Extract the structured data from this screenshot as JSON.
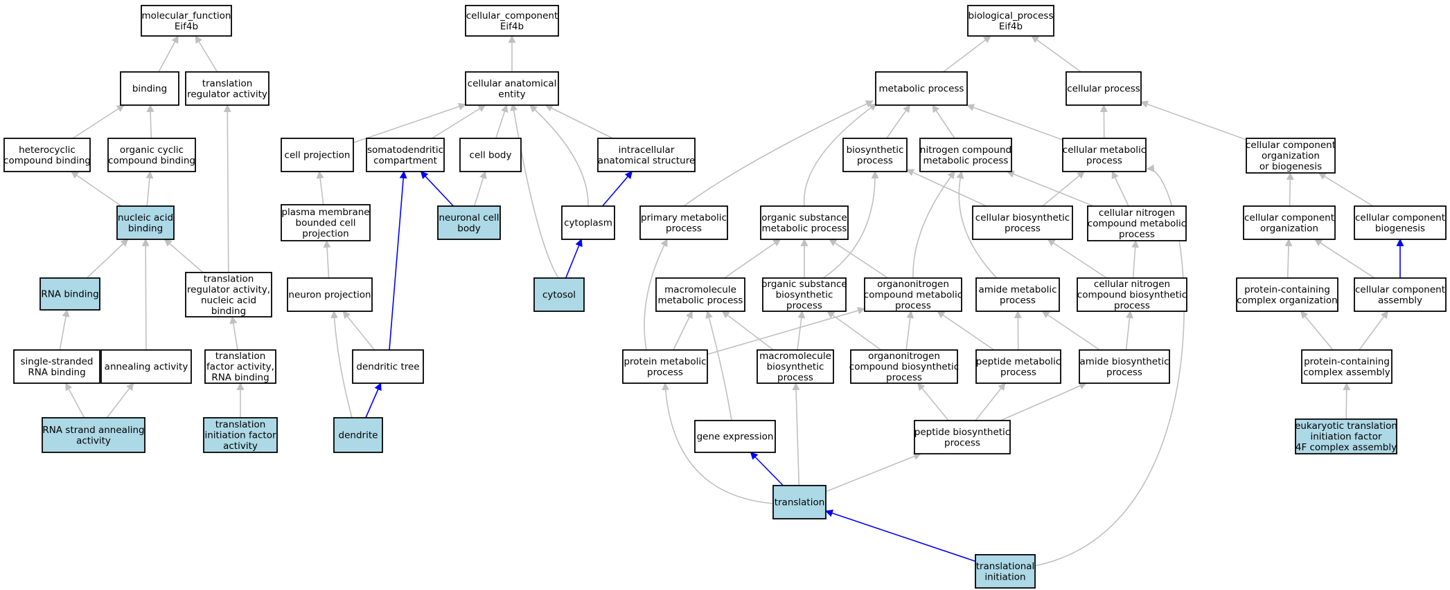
{
  "colors": {
    "highlight_fill": "#add8e6",
    "plain_fill": "#ffffff",
    "edge_gray": "#c0c0c0",
    "edge_blue": "#0000ff",
    "border": "#000000"
  },
  "nodes": {
    "mf_root": {
      "lines": [
        "molecular_function",
        "Eif4b"
      ],
      "highlight": false
    },
    "binding": {
      "lines": [
        "binding"
      ],
      "highlight": false
    },
    "transl_reg": {
      "lines": [
        "translation",
        "regulator activity"
      ],
      "highlight": false
    },
    "heterocyclic": {
      "lines": [
        "heterocyclic",
        "compound binding"
      ],
      "highlight": false
    },
    "organic_cyclic": {
      "lines": [
        "organic cyclic",
        "compound binding"
      ],
      "highlight": false
    },
    "nucleic_acid": {
      "lines": [
        "nucleic acid",
        "binding"
      ],
      "highlight": true
    },
    "rna_binding": {
      "lines": [
        "RNA binding"
      ],
      "highlight": true
    },
    "tr_nab": {
      "lines": [
        "translation",
        "regulator activity,",
        "nucleic acid",
        "binding"
      ],
      "highlight": false
    },
    "ss_rna": {
      "lines": [
        "single-stranded",
        "RNA binding"
      ],
      "highlight": false
    },
    "annealing": {
      "lines": [
        "annealing activity"
      ],
      "highlight": false
    },
    "tf_rna": {
      "lines": [
        "translation",
        "factor activity,",
        "RNA binding"
      ],
      "highlight": false
    },
    "rna_strand": {
      "lines": [
        "RNA strand annealing",
        "activity"
      ],
      "highlight": true
    },
    "tif": {
      "lines": [
        "translation",
        "initiation factor",
        "activity"
      ],
      "highlight": true
    },
    "cc_root": {
      "lines": [
        "cellular_component",
        "Eif4b"
      ],
      "highlight": false
    },
    "cae": {
      "lines": [
        "cellular anatomical",
        "entity"
      ],
      "highlight": false
    },
    "cell_proj": {
      "lines": [
        "cell projection"
      ],
      "highlight": false
    },
    "somato": {
      "lines": [
        "somatodendritic",
        "compartment"
      ],
      "highlight": false
    },
    "cell_body": {
      "lines": [
        "cell body"
      ],
      "highlight": false
    },
    "intracell": {
      "lines": [
        "intracellular",
        "anatomical structure"
      ],
      "highlight": false
    },
    "pm_bounded": {
      "lines": [
        "plasma membrane",
        "bounded cell",
        "projection"
      ],
      "highlight": false
    },
    "neuronal_cb": {
      "lines": [
        "neuronal cell",
        "body"
      ],
      "highlight": true
    },
    "cytoplasm": {
      "lines": [
        "cytoplasm"
      ],
      "highlight": false
    },
    "neuron_proj": {
      "lines": [
        "neuron projection"
      ],
      "highlight": false
    },
    "cytosol": {
      "lines": [
        "cytosol"
      ],
      "highlight": true
    },
    "dendritic_tree": {
      "lines": [
        "dendritic tree"
      ],
      "highlight": false
    },
    "dendrite": {
      "lines": [
        "dendrite"
      ],
      "highlight": true
    },
    "bp_root": {
      "lines": [
        "biological_process",
        "Eif4b"
      ],
      "highlight": false
    },
    "metabolic": {
      "lines": [
        "metabolic process"
      ],
      "highlight": false
    },
    "cellular_proc": {
      "lines": [
        "cellular process"
      ],
      "highlight": false
    },
    "biosynthetic": {
      "lines": [
        "biosynthetic",
        "process"
      ],
      "highlight": false
    },
    "nitrogen": {
      "lines": [
        "nitrogen compound",
        "metabolic process"
      ],
      "highlight": false
    },
    "cell_metab": {
      "lines": [
        "cellular metabolic",
        "process"
      ],
      "highlight": false
    },
    "cc_org_bio": {
      "lines": [
        "cellular component",
        "organization",
        "or biogenesis"
      ],
      "highlight": false
    },
    "primary_metab": {
      "lines": [
        "primary metabolic",
        "process"
      ],
      "highlight": false
    },
    "org_sub_metab": {
      "lines": [
        "organic substance",
        "metabolic process"
      ],
      "highlight": false
    },
    "cell_biosyn": {
      "lines": [
        "cellular biosynthetic",
        "process"
      ],
      "highlight": false
    },
    "cell_n_metab": {
      "lines": [
        "cellular nitrogen",
        "compound metabolic",
        "process"
      ],
      "highlight": false
    },
    "cc_org": {
      "lines": [
        "cellular component",
        "organization"
      ],
      "highlight": false
    },
    "cc_biogen": {
      "lines": [
        "cellular component",
        "biogenesis"
      ],
      "highlight": false
    },
    "macro_metab": {
      "lines": [
        "macromolecule",
        "metabolic process"
      ],
      "highlight": false
    },
    "org_sub_bio": {
      "lines": [
        "organic substance",
        "biosynthetic",
        "process"
      ],
      "highlight": false
    },
    "orgN_metab": {
      "lines": [
        "organonitrogen",
        "compound metabolic",
        "process"
      ],
      "highlight": false
    },
    "amide_metab": {
      "lines": [
        "amide metabolic",
        "process"
      ],
      "highlight": false
    },
    "cell_n_bio": {
      "lines": [
        "cellular nitrogen",
        "compound biosynthetic",
        "process"
      ],
      "highlight": false
    },
    "pc_org": {
      "lines": [
        "protein-containing",
        "complex organization"
      ],
      "highlight": false
    },
    "cc_assembly": {
      "lines": [
        "cellular component",
        "assembly"
      ],
      "highlight": false
    },
    "protein_metab": {
      "lines": [
        "protein metabolic",
        "process"
      ],
      "highlight": false
    },
    "macro_bio": {
      "lines": [
        "macromolecule",
        "biosynthetic",
        "process"
      ],
      "highlight": false
    },
    "orgN_bio": {
      "lines": [
        "organonitrogen",
        "compound biosynthetic",
        "process"
      ],
      "highlight": false
    },
    "peptide_metab": {
      "lines": [
        "peptide metabolic",
        "process"
      ],
      "highlight": false
    },
    "amide_bio": {
      "lines": [
        "amide biosynthetic",
        "process"
      ],
      "highlight": false
    },
    "pc_assembly": {
      "lines": [
        "protein-containing",
        "complex assembly"
      ],
      "highlight": false
    },
    "gene_expr": {
      "lines": [
        "gene expression"
      ],
      "highlight": false
    },
    "peptide_bio": {
      "lines": [
        "peptide biosynthetic",
        "process"
      ],
      "highlight": false
    },
    "euk_ti": {
      "lines": [
        "eukaryotic translation",
        "initiation factor",
        "4F complex assembly"
      ],
      "highlight": true
    },
    "translation": {
      "lines": [
        "translation"
      ],
      "highlight": true
    },
    "transl_init": {
      "lines": [
        "translational",
        "initiation"
      ],
      "highlight": true
    }
  },
  "edges": [
    [
      "binding",
      "mf_root",
      "gray"
    ],
    [
      "transl_reg",
      "mf_root",
      "gray"
    ],
    [
      "heterocyclic",
      "binding",
      "gray"
    ],
    [
      "organic_cyclic",
      "binding",
      "gray"
    ],
    [
      "nucleic_acid",
      "heterocyclic",
      "gray"
    ],
    [
      "nucleic_acid",
      "organic_cyclic",
      "gray"
    ],
    [
      "rna_binding",
      "nucleic_acid",
      "gray"
    ],
    [
      "annealing",
      "nucleic_acid",
      "gray"
    ],
    [
      "tr_nab",
      "nucleic_acid",
      "gray"
    ],
    [
      "tr_nab",
      "transl_reg",
      "gray"
    ],
    [
      "ss_rna",
      "rna_binding",
      "gray"
    ],
    [
      "tf_rna",
      "tr_nab",
      "gray"
    ],
    [
      "rna_strand",
      "ss_rna",
      "gray"
    ],
    [
      "rna_strand",
      "annealing",
      "gray"
    ],
    [
      "tif",
      "tf_rna",
      "gray"
    ],
    [
      "cae",
      "cc_root",
      "gray"
    ],
    [
      "cell_proj",
      "cae",
      "gray"
    ],
    [
      "somato",
      "cae",
      "gray"
    ],
    [
      "cell_body",
      "cae",
      "gray"
    ],
    [
      "intracell",
      "cae",
      "gray"
    ],
    [
      "cytoplasm",
      "cae",
      "gray"
    ],
    [
      "cytosol",
      "cae",
      "gray"
    ],
    [
      "pm_bounded",
      "cell_proj",
      "gray"
    ],
    [
      "neuronal_cb",
      "somato",
      "blue"
    ],
    [
      "neuronal_cb",
      "cell_body",
      "gray"
    ],
    [
      "cytoplasm",
      "intracell",
      "blue"
    ],
    [
      "neuron_proj",
      "pm_bounded",
      "gray"
    ],
    [
      "cytosol",
      "cytoplasm",
      "blue"
    ],
    [
      "dendritic_tree",
      "somato",
      "blue"
    ],
    [
      "dendritic_tree",
      "neuron_proj",
      "gray"
    ],
    [
      "dendrite",
      "neuron_proj",
      "gray"
    ],
    [
      "dendrite",
      "dendritic_tree",
      "blue"
    ],
    [
      "metabolic",
      "bp_root",
      "gray"
    ],
    [
      "cellular_proc",
      "bp_root",
      "gray"
    ],
    [
      "biosynthetic",
      "metabolic",
      "gray"
    ],
    [
      "nitrogen",
      "metabolic",
      "gray"
    ],
    [
      "cell_metab",
      "metabolic",
      "gray"
    ],
    [
      "cell_metab",
      "cellular_proc",
      "gray"
    ],
    [
      "cc_org_bio",
      "cellular_proc",
      "gray"
    ],
    [
      "primary_metab",
      "metabolic",
      "gray"
    ],
    [
      "org_sub_metab",
      "metabolic",
      "gray"
    ],
    [
      "cell_biosyn",
      "biosynthetic",
      "gray"
    ],
    [
      "cell_biosyn",
      "cell_metab",
      "gray"
    ],
    [
      "cell_n_metab",
      "nitrogen",
      "gray"
    ],
    [
      "cell_n_metab",
      "cell_metab",
      "gray"
    ],
    [
      "cc_org",
      "cc_org_bio",
      "gray"
    ],
    [
      "cc_biogen",
      "cc_org_bio",
      "gray"
    ],
    [
      "macro_metab",
      "org_sub_metab",
      "gray"
    ],
    [
      "org_sub_bio",
      "org_sub_metab",
      "gray"
    ],
    [
      "org_sub_bio",
      "biosynthetic",
      "gray"
    ],
    [
      "orgN_metab",
      "org_sub_metab",
      "gray"
    ],
    [
      "orgN_metab",
      "nitrogen",
      "gray"
    ],
    [
      "amide_metab",
      "nitrogen",
      "gray"
    ],
    [
      "cell_n_bio",
      "cell_biosyn",
      "gray"
    ],
    [
      "cell_n_bio",
      "cell_n_metab",
      "gray"
    ],
    [
      "pc_org",
      "cc_org",
      "gray"
    ],
    [
      "cc_assembly",
      "cc_org",
      "gray"
    ],
    [
      "cc_assembly",
      "cc_biogen",
      "blue"
    ],
    [
      "protein_metab",
      "primary_metab",
      "gray"
    ],
    [
      "protein_metab",
      "macro_metab",
      "gray"
    ],
    [
      "protein_metab",
      "orgN_metab",
      "gray"
    ],
    [
      "macro_bio",
      "macro_metab",
      "gray"
    ],
    [
      "macro_bio",
      "org_sub_bio",
      "gray"
    ],
    [
      "orgN_bio",
      "orgN_metab",
      "gray"
    ],
    [
      "orgN_bio",
      "org_sub_bio",
      "gray"
    ],
    [
      "peptide_metab",
      "amide_metab",
      "gray"
    ],
    [
      "peptide_metab",
      "orgN_metab",
      "gray"
    ],
    [
      "amide_bio",
      "amide_metab",
      "gray"
    ],
    [
      "amide_bio",
      "cell_n_bio",
      "gray"
    ],
    [
      "pc_assembly",
      "pc_org",
      "gray"
    ],
    [
      "pc_assembly",
      "cc_assembly",
      "gray"
    ],
    [
      "gene_expr",
      "macro_metab",
      "gray"
    ],
    [
      "peptide_bio",
      "peptide_metab",
      "gray"
    ],
    [
      "peptide_bio",
      "orgN_bio",
      "gray"
    ],
    [
      "peptide_bio",
      "amide_bio",
      "gray"
    ],
    [
      "euk_ti",
      "pc_assembly",
      "gray"
    ],
    [
      "translation",
      "gene_expr",
      "blue"
    ],
    [
      "translation",
      "protein_metab",
      "gray"
    ],
    [
      "translation",
      "macro_bio",
      "gray"
    ],
    [
      "translation",
      "peptide_bio",
      "gray"
    ],
    [
      "transl_init",
      "translation",
      "blue"
    ],
    [
      "transl_init",
      "cell_metab",
      "gray"
    ]
  ]
}
